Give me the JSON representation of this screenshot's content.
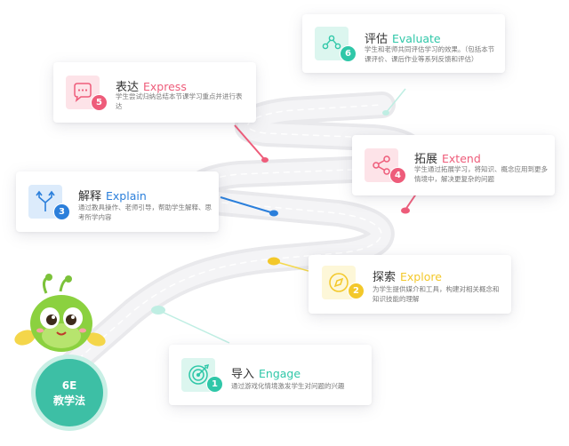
{
  "colors": {
    "engage": "#2fc7a8",
    "explore": "#f3c82a",
    "explain": "#2b7fdb",
    "extend": "#ee5c7a",
    "express": "#ee5c7a",
    "evaluate": "#2fc7a8",
    "path": "#e9e9ec"
  },
  "mascot": {
    "line1": "6E",
    "line2": "教学法"
  },
  "steps": [
    {
      "number": "1",
      "cn": "导入",
      "en": "Engage",
      "desc": "通过游戏化情境激发学生对问题的兴趣",
      "icon": "target-icon"
    },
    {
      "number": "2",
      "cn": "探索",
      "en": "Explore",
      "desc": "为学生提供媒介和工具，构建对相关概念和知识技能的理解",
      "icon": "compass-icon"
    },
    {
      "number": "3",
      "cn": "解释",
      "en": "Explain",
      "desc": "通过教具操作、老师引导，帮助学生解释、思考所学内容",
      "icon": "fork-arrows-icon"
    },
    {
      "number": "4",
      "cn": "拓展",
      "en": "Extend",
      "desc": "学生通过拓展学习，将知识、概念应用到更多情境中，解决更复杂的问题",
      "icon": "share-icon"
    },
    {
      "number": "5",
      "cn": "表达",
      "en": "Express",
      "desc": "学生尝试归纳总结本节课学习重点并进行表达",
      "icon": "chat-bubble-icon"
    },
    {
      "number": "6",
      "cn": "评估",
      "en": "Evaluate",
      "desc": "学生和老师共同评估学习的效果。（包括本节课评价、课后作业等系列反馈和评估）",
      "icon": "nodes-icon"
    }
  ]
}
